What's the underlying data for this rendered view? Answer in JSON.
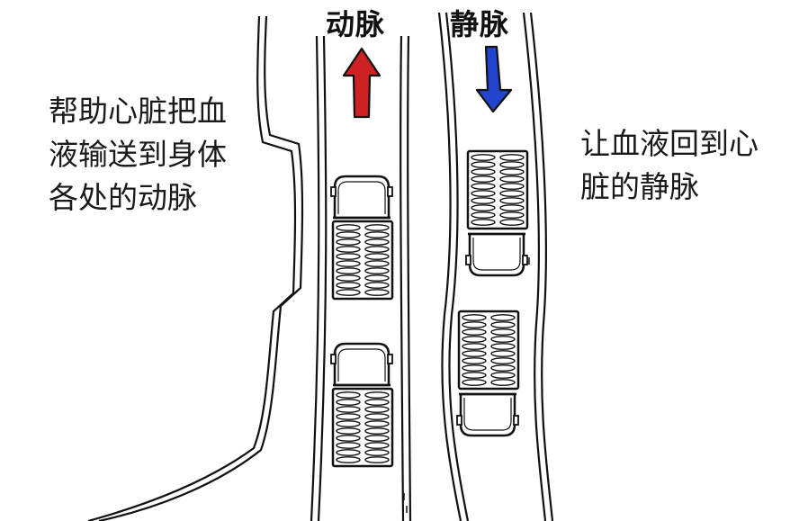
{
  "artery": {
    "title": "动脉",
    "description": "帮助心脏把血液输送到身体各处的动脉",
    "arrow_color": "#cc2222",
    "arrow_direction": "up"
  },
  "vein": {
    "title": "静脉",
    "description": "让血液回到心脏的静脉",
    "arrow_color": "#2244cc",
    "arrow_direction": "down"
  }
}
